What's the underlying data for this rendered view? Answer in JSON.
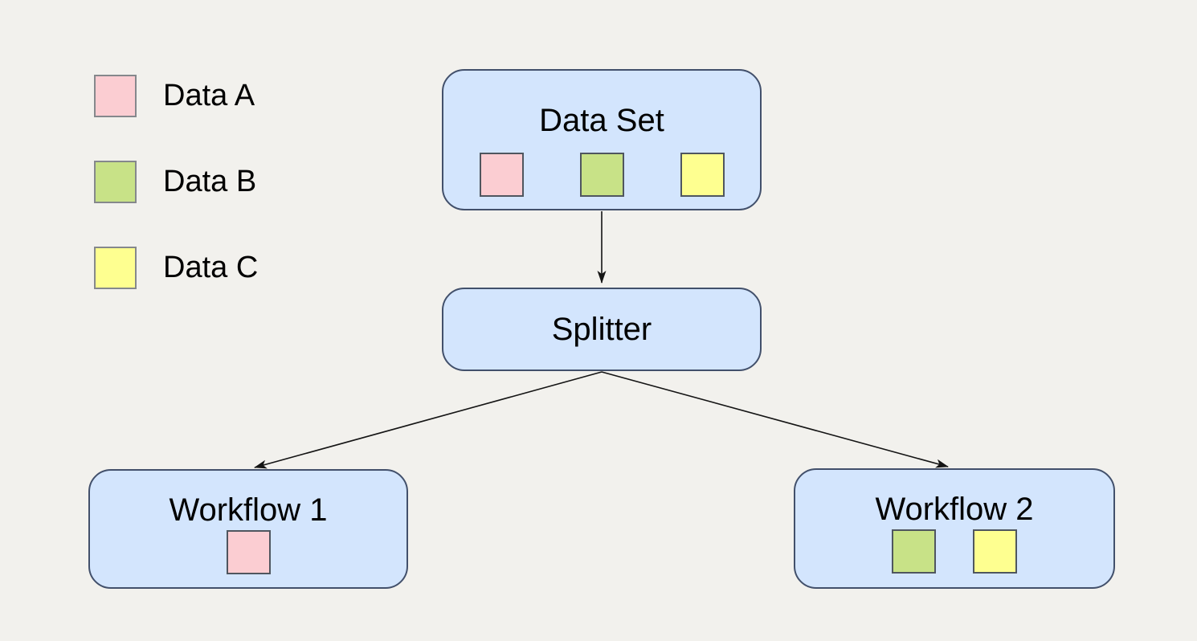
{
  "diagram": {
    "background_color": "#f2f1ed",
    "colors": {
      "data_a": "#fbcdd2",
      "data_b": "#c8e287",
      "data_c": "#feff90",
      "node_fill": "#d3e5fd",
      "node_border": "#42506b",
      "arrow": "#141414"
    },
    "legend": {
      "items": [
        {
          "label": "Data A",
          "color": "#fbcdd2"
        },
        {
          "label": "Data B",
          "color": "#c8e287"
        },
        {
          "label": "Data C",
          "color": "#feff90"
        }
      ]
    },
    "nodes": {
      "data_set": {
        "label": "Data Set",
        "squares": [
          "data_a",
          "data_b",
          "data_c"
        ]
      },
      "splitter": {
        "label": "Splitter",
        "squares": []
      },
      "workflow_1": {
        "label": "Workflow 1",
        "squares": [
          "data_a"
        ]
      },
      "workflow_2": {
        "label": "Workflow 2",
        "squares": [
          "data_b",
          "data_c"
        ]
      }
    },
    "edges": [
      {
        "from": "data_set",
        "to": "splitter"
      },
      {
        "from": "splitter",
        "to": "workflow_1"
      },
      {
        "from": "splitter",
        "to": "workflow_2"
      }
    ]
  }
}
